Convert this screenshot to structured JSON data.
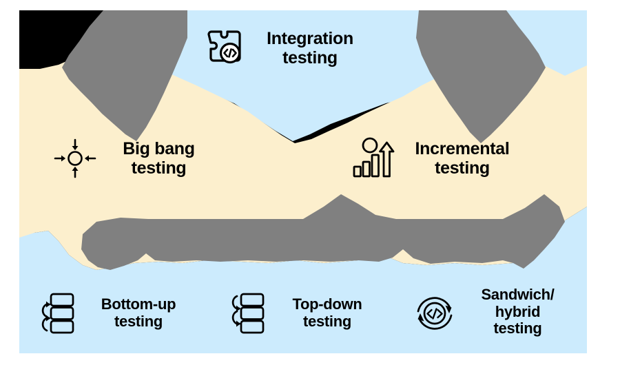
{
  "diagram": {
    "title": "Integration testing approaches diagram",
    "background_color": "#ffffff",
    "palette": {
      "black": "#000000",
      "gray": "#808080",
      "cream": "#FCEFCD",
      "blue": "#CCEBFD",
      "text": "#000000"
    }
  },
  "items": [
    {
      "id": "integration",
      "label": "Integration\ntesting",
      "icon": "puzzle-code-icon",
      "zone": "blue",
      "font_size": 25
    },
    {
      "id": "big-bang",
      "label": "Big bang\ntesting",
      "icon": "converging-arrows-icon",
      "zone": "cream",
      "font_size": 25
    },
    {
      "id": "incremental",
      "label": "Incremental\ntesting",
      "icon": "growth-bars-arrow-icon",
      "zone": "cream",
      "font_size": 25
    },
    {
      "id": "bottom-up",
      "label": "Bottom-up\ntesting",
      "icon": "stacked-blocks-up-arrows-icon",
      "zone": "blue",
      "font_size": 22
    },
    {
      "id": "top-down",
      "label": "Top-down\ntesting",
      "icon": "stacked-blocks-down-arrows-icon",
      "zone": "blue",
      "font_size": 22
    },
    {
      "id": "sandwich-hybrid",
      "label": "Sandwich/\nhybrid\ntesting",
      "icon": "circular-arrows-code-icon",
      "zone": "blue",
      "font_size": 22
    }
  ]
}
